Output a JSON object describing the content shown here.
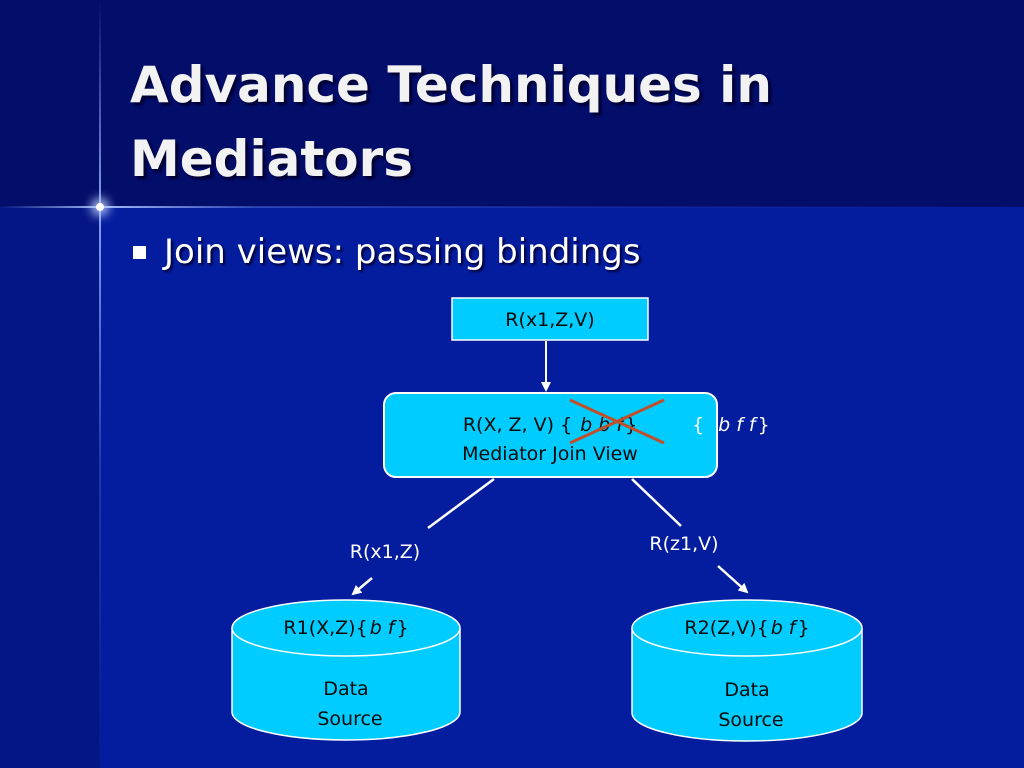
{
  "slide": {
    "title": "Advance Techniques in Mediators",
    "bullet": "Join views: passing bindings"
  },
  "diagram": {
    "query_box": "R(x1,Z,V)",
    "mediator": {
      "line1_prefix": "R(X, Z, V) {",
      "crossed_binding": "b b f",
      "close_brace": "}",
      "line2": "Mediator Join View"
    },
    "new_binding": {
      "open": "{",
      "value": "b f f",
      "close": "}"
    },
    "edge_left_label": "R(x1,Z)",
    "edge_right_label": "R(z1,V)",
    "source_left": {
      "header_prefix": "R1(X,Z){",
      "binding": "b f",
      "header_suffix": "}",
      "body_line1": "Data",
      "body_line2": "Source"
    },
    "source_right": {
      "header_prefix": "R2(Z,V){",
      "binding": "b f",
      "header_suffix": "}",
      "body_line1": "Data",
      "body_line2": "Source"
    },
    "colors": {
      "box_fill": "#00ccff",
      "cross": "#c0502a",
      "background": "#041c9e"
    }
  }
}
